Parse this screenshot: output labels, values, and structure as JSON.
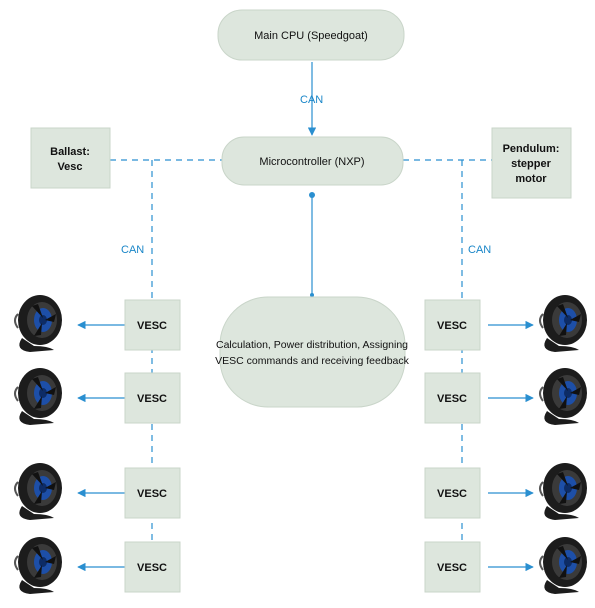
{
  "colors": {
    "node_fill": "#dde6dd",
    "node_stroke": "#c9d5c9",
    "connector": "#2a8fd0",
    "thruster_body": "#1c1c1c",
    "thruster_accent": "#1d4fa8"
  },
  "nodes": {
    "main_cpu": "Main CPU (Speedgoat)",
    "microcontroller": "Microcontroller (NXP)",
    "ballast": [
      "Ballast:",
      "Vesc"
    ],
    "pendulum": [
      "Pendulum:",
      "stepper",
      "motor"
    ],
    "calculation": [
      "Calculation, Power distribution, Assigning",
      "VESC commands and receiving feedback"
    ],
    "vesc_left": [
      "VESC",
      "VESC",
      "VESC",
      "VESC"
    ],
    "vesc_right": [
      "VESC",
      "VESC",
      "VESC",
      "VESC"
    ]
  },
  "labels": {
    "can_top": "CAN",
    "can_left": "CAN",
    "can_right": "CAN"
  },
  "icons": {
    "thruster": "thruster-icon"
  }
}
